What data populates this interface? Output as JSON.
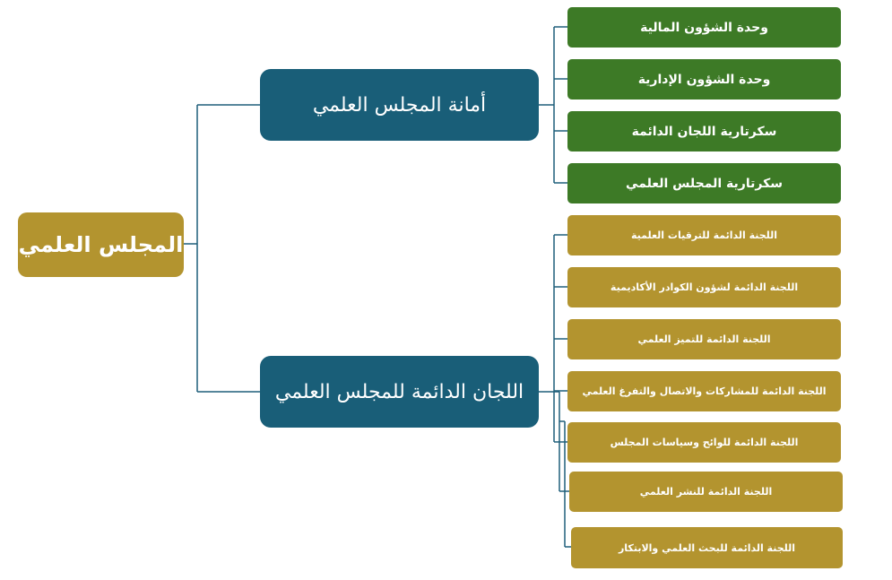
{
  "root": {
    "label": "المجلس العلمي"
  },
  "branches": [
    {
      "label": "أمانة المجلس العلمي",
      "children": [
        "وحدة الشؤون المالية",
        "وحدة الشؤون الإدارية",
        "سكرتارية اللجان الدائمة",
        "سكرتارية المجلس العلمي"
      ]
    },
    {
      "label": "اللجان الدائمة للمجلس العلمي",
      "children": [
        "اللجنة الدائمة للترقيات العلمية",
        "اللجنة الدائمة لشؤون الكوادر الأكاديمية",
        "اللجنة الدائمة للتميز العلمي",
        "اللجنة الدائمة للمشاركات والاتصال والتفرغ العلمي",
        "اللجنة الدائمة للوائح وسياسات المجلس",
        "اللجنة الدائمة للنشر العلمي",
        "اللجنة الدائمة للبحث العلمي والابتكار"
      ]
    }
  ],
  "colors": {
    "root": "#b3942f",
    "branch": "#195e78",
    "secretariat_units": "#3d7a26",
    "committees": "#b3942f",
    "connector": "#1f5f7a"
  }
}
